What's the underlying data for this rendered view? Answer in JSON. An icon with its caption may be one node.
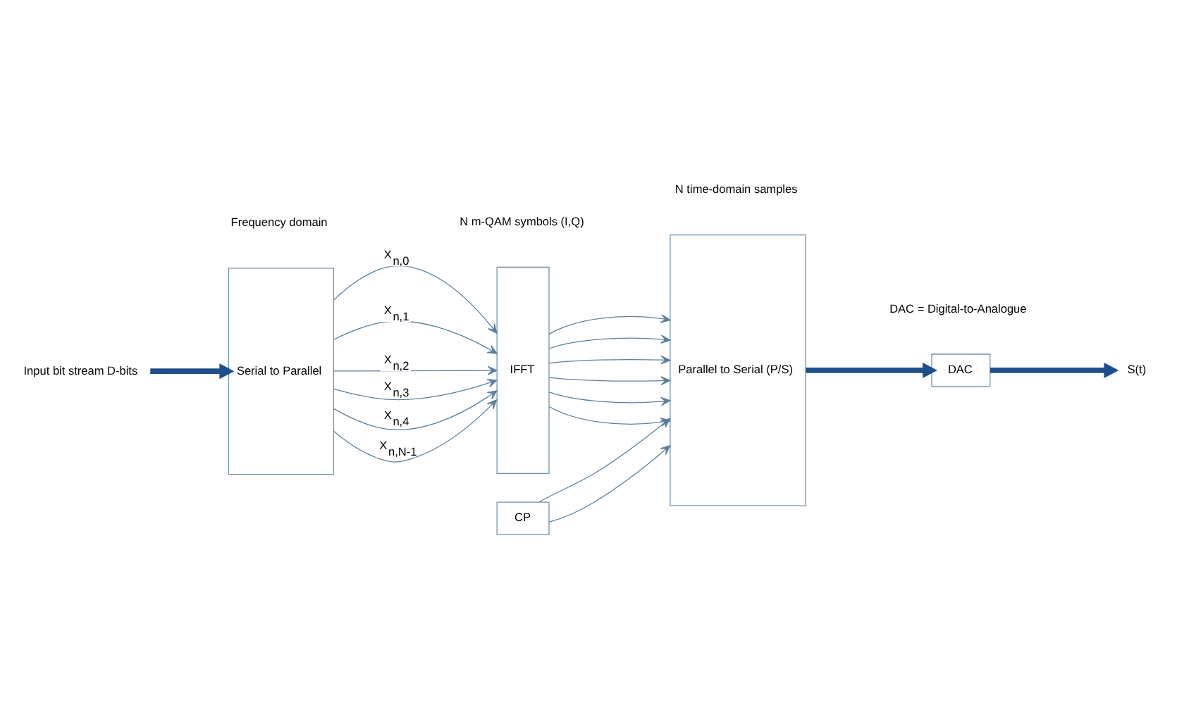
{
  "diagram": {
    "nodes": [
      {
        "text": [
          "Input bit stream D-bits"
        ]
      },
      {
        "text": [
          "Serial to Parallel"
        ]
      },
      {
        "text": [
          "IFFT"
        ]
      },
      {
        "text": [
          "CP"
        ]
      },
      {
        "text": [
          "Parallel to Serial (P/S)"
        ]
      },
      {
        "text": [
          "DAC"
        ]
      },
      {
        "text": [
          "S(t)"
        ]
      }
    ],
    "edges": [
      {
        "from": 0,
        "to": 1,
        "arrow": "to",
        "style": "thick",
        "color": "#1f4e8c"
      },
      {
        "from": 1,
        "to": 2,
        "arrow": "to",
        "label": "X$_{n,0}$"
      },
      {
        "from": 1,
        "to": 2,
        "arrow": "to",
        "label": "X$_{n,1}$"
      },
      {
        "from": 1,
        "to": 2,
        "arrow": "to",
        "label": "X$_{n,2}$"
      },
      {
        "from": 1,
        "to": 2,
        "arrow": "to",
        "label": "X$_{n,3}$"
      },
      {
        "from": 1,
        "to": 2,
        "arrow": "to",
        "label": "X$_{n,4}$"
      },
      {
        "from": 1,
        "to": 2,
        "arrow": "to",
        "label": "X$_{n,N-1}$"
      },
      {
        "from": 3,
        "to": 4,
        "arrow": "to"
      },
      {
        "from": 3,
        "to": 4,
        "arrow": "to"
      },
      {
        "from": 2,
        "to": 4,
        "arrow": "to"
      },
      {
        "from": 2,
        "to": 4,
        "arrow": "to"
      },
      {
        "from": 2,
        "to": 4,
        "arrow": "to"
      },
      {
        "from": 2,
        "to": 4,
        "arrow": "to"
      },
      {
        "from": 2,
        "to": 4,
        "arrow": "to"
      },
      {
        "from": 2,
        "to": 4,
        "arrow": "to"
      },
      {
        "from": 4,
        "to": 5,
        "arrow": "to",
        "style": "thick",
        "color": "#1f4e8c"
      },
      {
        "from": 5,
        "to": 6,
        "arrow": "to",
        "style": "thick",
        "color": "#1f4e8c"
      }
    ],
    "labels": [
      "Frequency domain",
      "N m-QAM symbols (I,Q)",
      "N time-domain samples",
      "DAC = Digital-to-Analogue"
    ]
  }
}
